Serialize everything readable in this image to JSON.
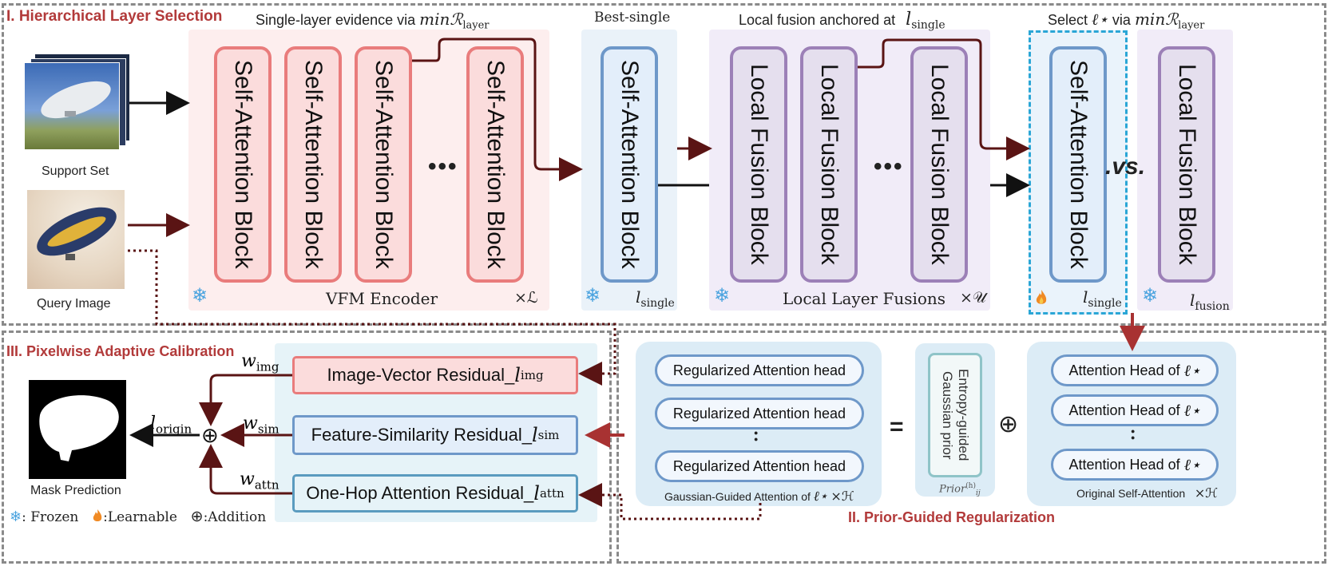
{
  "section1": {
    "title": "I. Hierarchical Layer Selection",
    "caption_single": "Single-layer evidence via",
    "caption_single_math": "minℛ",
    "caption_single_sub": "layer",
    "caption_best": "Best-single",
    "caption_local": "Local fusion anchored at",
    "caption_local_math": "l",
    "caption_local_sub": "single",
    "caption_select": "Select",
    "caption_select_math": "ℓ⋆",
    "caption_select_via": "via",
    "caption_select_min": "minℛ",
    "caption_select_sub": "layer",
    "support_label": "Support Set",
    "query_label": "Query Image",
    "encoder_blocks": [
      "Self-Attention Block",
      "Self-Attention Block",
      "Self-Attention Block",
      "Self-Attention Block"
    ],
    "encoder_label": "VFM Encoder",
    "encoder_mult": "×ℒ",
    "dots": "•••",
    "best_block": "Self-Attention Block",
    "best_label": "l",
    "best_sub": "single",
    "fusion_blocks": [
      "Local Fusion Block",
      "Local Fusion Block",
      "Local Fusion Block"
    ],
    "fusion_label": "Local Layer Fusions",
    "fusion_mult": "×𝒰",
    "selected_block": "Self-Attention Block",
    "selected_label": "l",
    "selected_sub": "single",
    "vs": ".vs.",
    "alt_block": "Local Fusion Block",
    "alt_label": "l",
    "alt_sub": "fusion"
  },
  "section2": {
    "title": "II. Prior-Guided Regularization",
    "regularized_heads": [
      "Regularized Attention head",
      "Regularized Attention head",
      "Regularized Attention head"
    ],
    "gaussian_caption": "Gaussian-Guided Attention of",
    "gaussian_mult": "×ℋ",
    "equals": "=",
    "prior_text": "Entropy-guided Gaussian prior",
    "prior_caption": "Prior",
    "prior_sub": "ij",
    "prior_sup": "(h)",
    "oplus": "⊕",
    "heads": [
      "Attention Head of",
      "Attention Head of",
      "Attention Head of"
    ],
    "heads_math": "ℓ⋆",
    "original_caption": "Original Self-Attention",
    "original_mult": "×ℋ",
    "vdots": "•"
  },
  "section3": {
    "title": "III. Pixelwise Adaptive Calibration",
    "residuals": [
      {
        "label": "Image-Vector Residual_",
        "sym": "l",
        "sub": "img"
      },
      {
        "label": "Feature-Similarity Residual_",
        "sym": "l",
        "sub": "sim"
      },
      {
        "label": "One-Hop Attention Residual_",
        "sym": "l",
        "sub": "attn"
      }
    ],
    "weights": [
      {
        "sym": "w",
        "sub": "img"
      },
      {
        "sym": "w",
        "sub": "sim"
      },
      {
        "sym": "w",
        "sub": "attn"
      }
    ],
    "origin": {
      "sym": "l",
      "sub": "origin"
    },
    "mask_label": "Mask Prediction"
  },
  "legend": {
    "frozen": ": Frozen",
    "learnable": ":Learnable",
    "addition": ":Addition",
    "oplus": "⊕"
  },
  "colors": {
    "red_block": "#fbdcdc",
    "red_border": "#e97c7c",
    "blue_block": "#e3eefa",
    "blue_border": "#6e98c9",
    "purple_block": "#e5dfee",
    "purple_border": "#9c80b7",
    "title_red": "#b23a3a",
    "dark_red_arrow": "#5a1414",
    "cyan_dash": "#2aa6d6"
  }
}
